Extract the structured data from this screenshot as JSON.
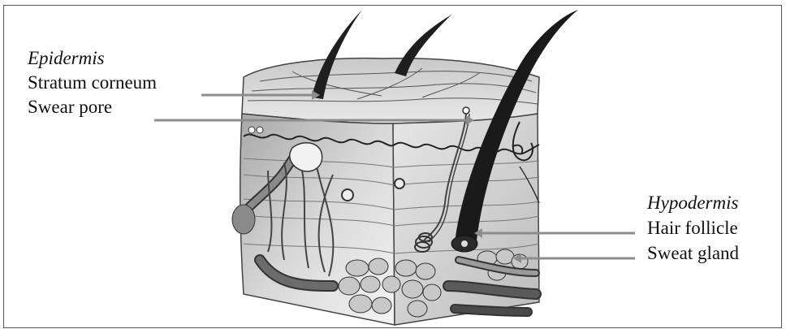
{
  "left_labels": {
    "heading": "Epidermis",
    "items": [
      "Stratum corneum",
      "Swear pore"
    ]
  },
  "right_labels": {
    "heading": "Hypodermis",
    "items": [
      "Hair follicle",
      "Sweat gland"
    ]
  },
  "colors": {
    "arrow": "#8c8c8c",
    "skin_top": "#d9d9d9",
    "skin_side": "#bdbdbd",
    "hair": "#1f1f1f",
    "vessel": "#555555"
  }
}
